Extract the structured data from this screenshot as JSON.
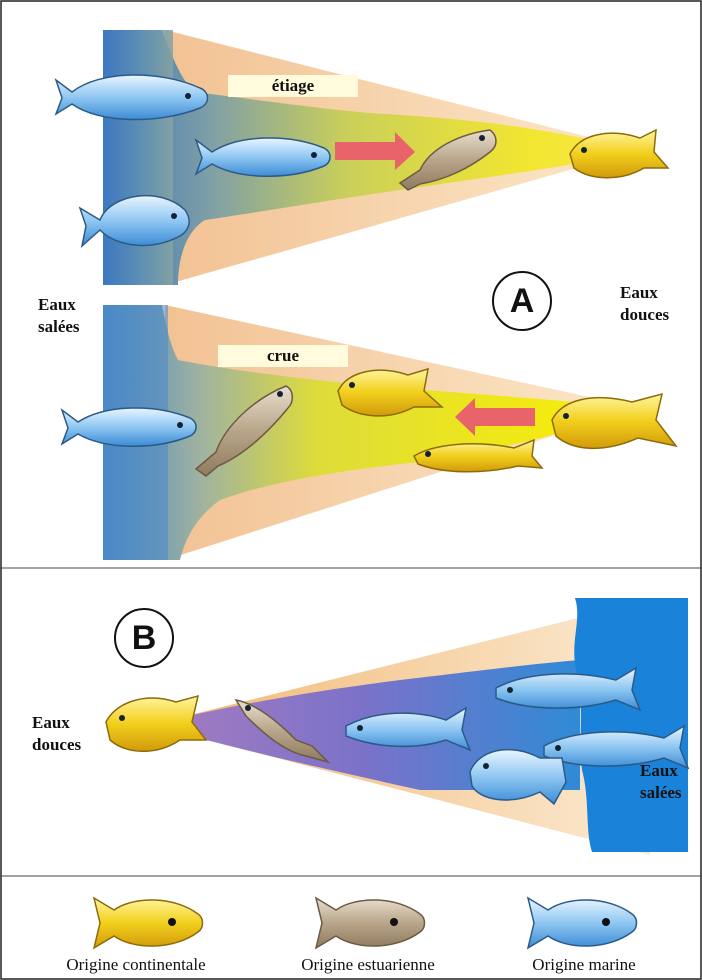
{
  "panelA": {
    "badge": "A",
    "left_label": "Eaux\nsalées",
    "right_label": "Eaux\ndouces",
    "top_tag": "étiage",
    "bottom_tag": "crue"
  },
  "panelB": {
    "badge": "B",
    "left_label": "Eaux\ndouces",
    "right_label": "Eaux\nsalées"
  },
  "legend": {
    "items": [
      {
        "label": "Origine continentale",
        "color": "#f2cf1c"
      },
      {
        "label": "Origine estuarienne",
        "color": "#b8a58a"
      },
      {
        "label": "Origine marine",
        "color": "#5fb2ec"
      }
    ]
  },
  "colors": {
    "marine": "#5fb2ec",
    "estuarine": "#b8a58a",
    "continental": "#f2cf1c",
    "arrow": "#e8636a"
  }
}
